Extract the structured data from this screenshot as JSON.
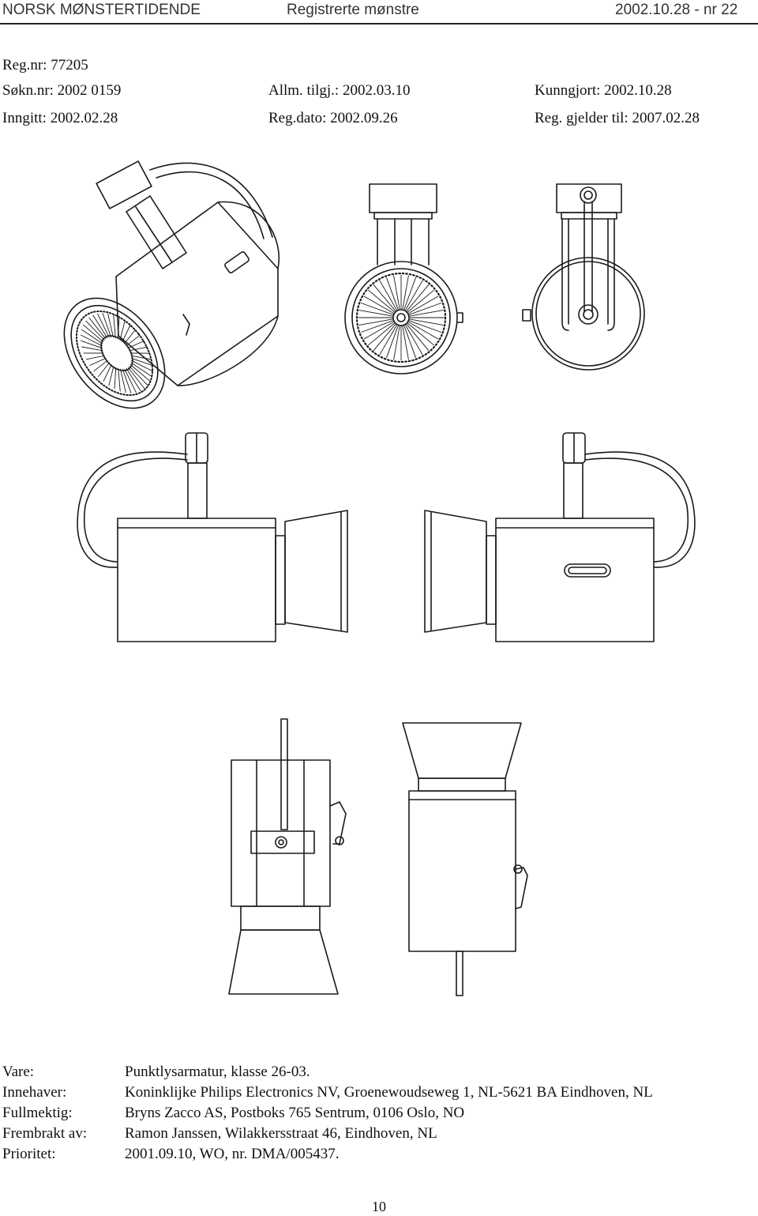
{
  "header": {
    "publication": "NORSK MØNSTERTIDENDE",
    "section": "Registrerte mønstre",
    "issue": "2002.10.28 - nr 22"
  },
  "registration": {
    "reg_nr": "Reg.nr: 77205",
    "sokn_nr": "Søkn.nr: 2002 0159",
    "allm_tilgj": "Allm. tilgj.: 2002.03.10",
    "kunngjort": "Kunngjort: 2002.10.28",
    "inngitt": "Inngitt: 2002.02.28",
    "reg_dato": "Reg.dato: 2002.09.26",
    "reg_gjelder": "Reg. gjelder til: 2007.02.28"
  },
  "details": [
    {
      "label": "Vare:",
      "value": "Punktlysarmatur, klasse 26-03."
    },
    {
      "label": "Innehaver:",
      "value": "Koninklijke Philips Electronics NV, Groenewoudseweg 1, NL-5621 BA Eindhoven, NL"
    },
    {
      "label": "Fullmektig:",
      "value": "Bryns Zacco AS, Postboks 765 Sentrum, 0106 Oslo, NO"
    },
    {
      "label": "Frembrakt av:",
      "value": "Ramon Janssen, Wilakkersstraat 46, Eindhoven, NL"
    },
    {
      "label": "Prioritet:",
      "value": "2001.09.10, WO, nr. DMA/005437."
    }
  ],
  "page_number": "10",
  "colors": {
    "line": "#1a1a1a",
    "text": "#111111",
    "header_text": "#333333"
  }
}
